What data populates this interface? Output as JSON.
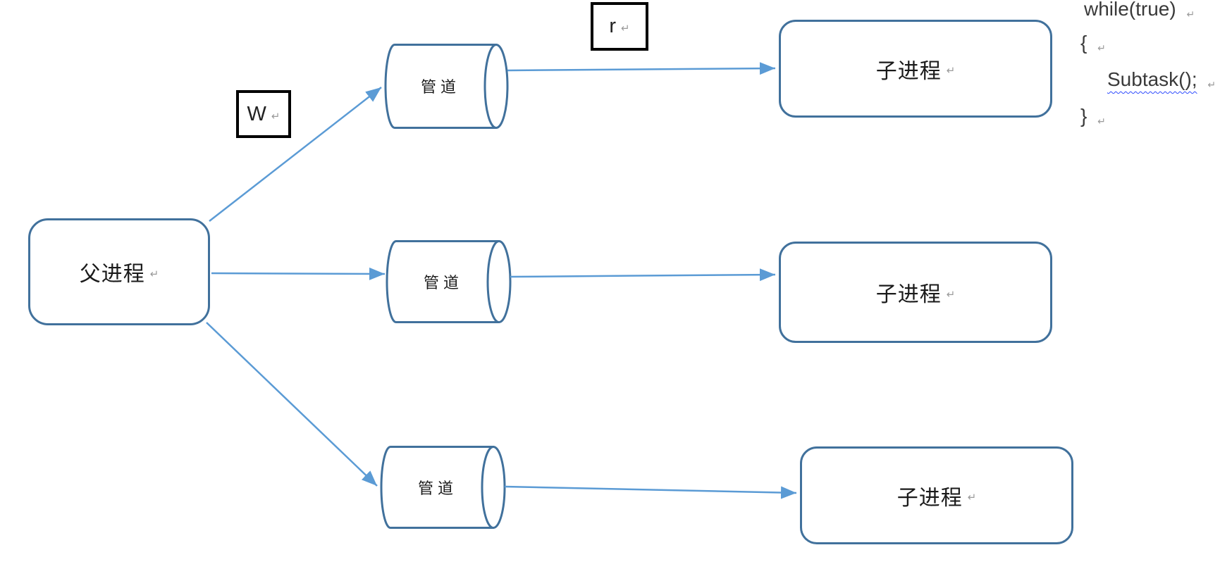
{
  "colors": {
    "shape-border": "#41719c",
    "arrow": "#5b9bd5",
    "label-box-border": "#000000",
    "label-text": "#1a1a1a",
    "code-text": "#3a3a3a",
    "squiggle": "#2e4bff",
    "format-mark": "#9a9a9a"
  },
  "marks": {
    "pilcrow": "↵"
  },
  "diagram": {
    "parent": {
      "label": "父进程"
    },
    "pipes": [
      {
        "label": "管 道"
      },
      {
        "label": "管 道"
      },
      {
        "label": "管 道"
      }
    ],
    "children": [
      {
        "label": "子进程"
      },
      {
        "label": "子进程"
      },
      {
        "label": "子进程"
      }
    ],
    "edge_labels": {
      "write": "W",
      "read": "r"
    }
  },
  "code": {
    "lines": [
      {
        "text": "while(true)"
      },
      {
        "text": "{"
      },
      {
        "text": "Subtask();"
      },
      {
        "text": "}"
      }
    ]
  }
}
